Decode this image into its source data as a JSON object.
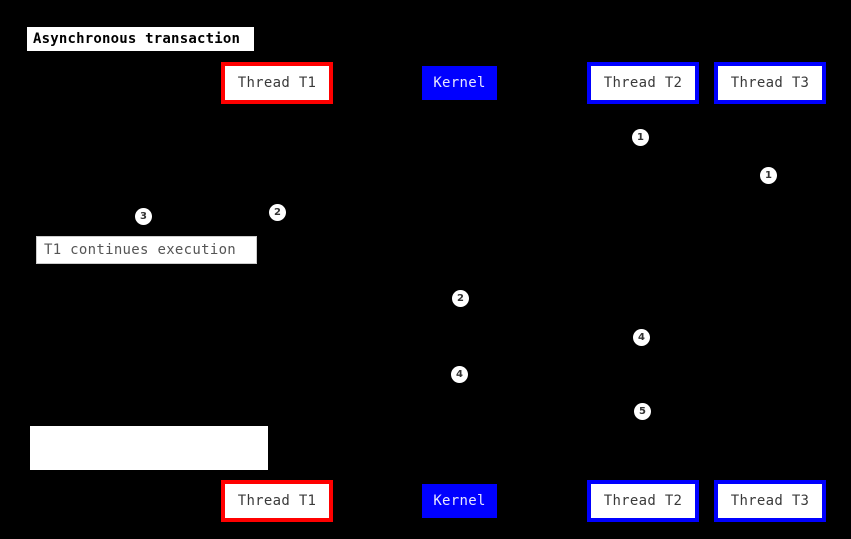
{
  "diagram": {
    "type": "uml-sequence-diagram",
    "title": "Asynchronous transaction",
    "background_color": "#000000",
    "participants": [
      {
        "id": "t1",
        "label": "Thread T1",
        "style": "red-border",
        "border_color": "#ff0000",
        "fill_color": "#ffffff",
        "text_color": "#3a3a3a"
      },
      {
        "id": "kernel",
        "label": "Kernel",
        "style": "blue-fill",
        "border_color": "#0000ff",
        "fill_color": "#0000ff",
        "text_color": "#e8e8ff"
      },
      {
        "id": "t2",
        "label": "Thread T2",
        "style": "blue-border",
        "border_color": "#0000ff",
        "fill_color": "#ffffff",
        "text_color": "#3a3a3a"
      },
      {
        "id": "t3",
        "label": "Thread T3",
        "style": "blue-border",
        "border_color": "#0000ff",
        "fill_color": "#ffffff",
        "text_color": "#3a3a3a"
      }
    ],
    "notes": [
      {
        "id": "note-continues",
        "text": "T1 continues execution"
      },
      {
        "id": "note-blank",
        "text": ""
      }
    ],
    "markers": [
      {
        "id": "m-t2-1",
        "number": "1"
      },
      {
        "id": "m-t3-1",
        "number": "1"
      },
      {
        "id": "m-t1-3",
        "number": "3"
      },
      {
        "id": "m-t1-2",
        "number": "2"
      },
      {
        "id": "m-kernel-2",
        "number": "2"
      },
      {
        "id": "m-t2-4",
        "number": "4"
      },
      {
        "id": "m-kernel-4",
        "number": "4"
      },
      {
        "id": "m-t2-5",
        "number": "5"
      }
    ]
  }
}
